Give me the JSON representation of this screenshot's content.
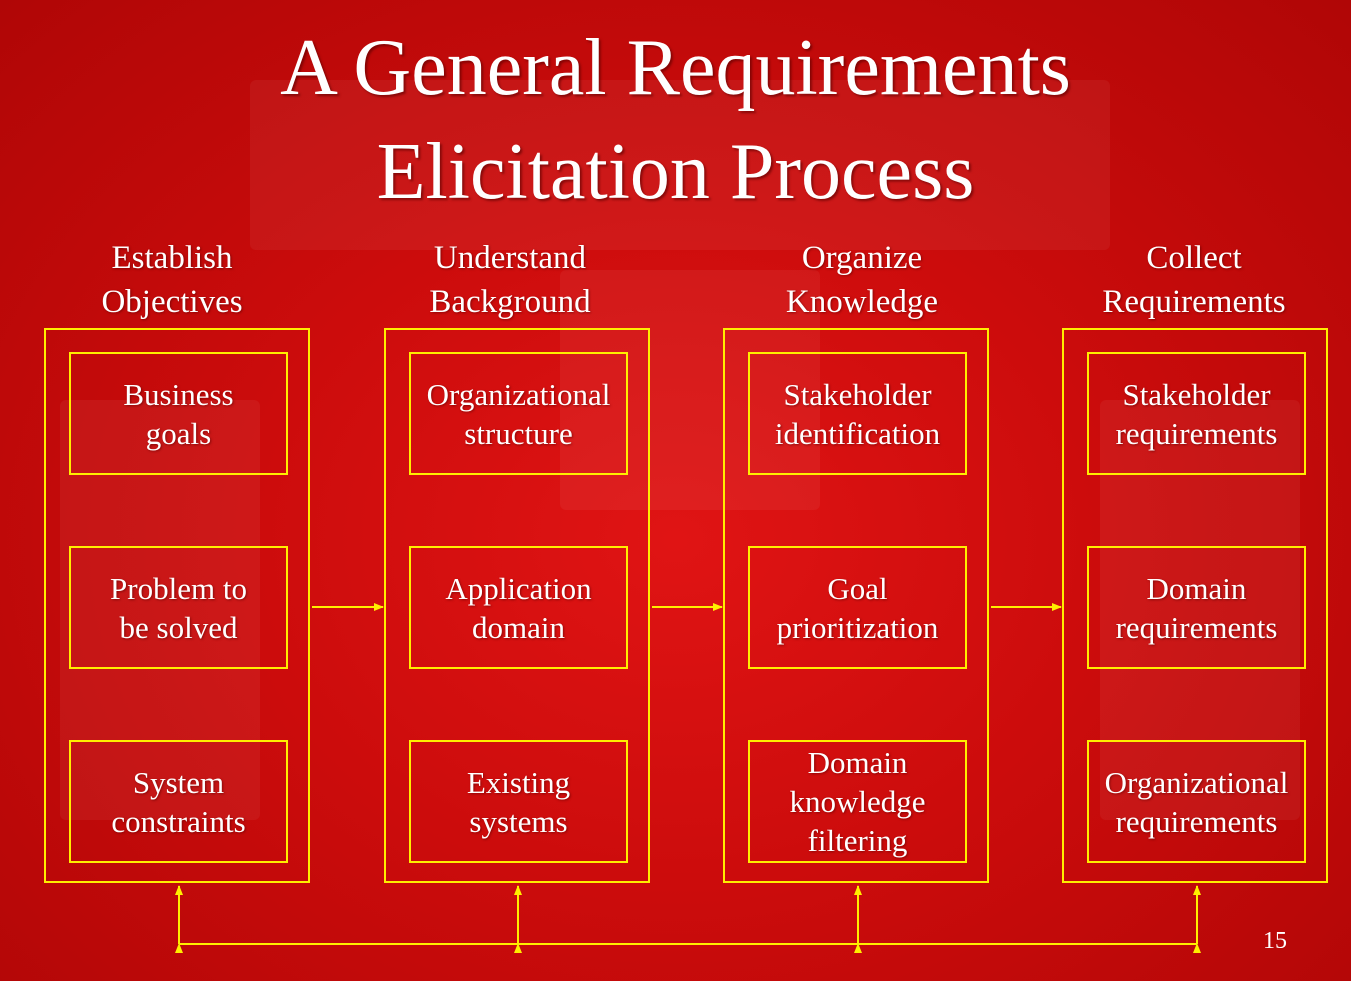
{
  "slide": {
    "title_line1": "A General Requirements",
    "title_line2": "Elicitation Process",
    "page_number": "15"
  },
  "columns": [
    {
      "heading_line1": "Establish",
      "heading_line2": "Objectives",
      "items": [
        {
          "line1": "Business",
          "line2": "goals"
        },
        {
          "line1": "Problem to",
          "line2": "be solved"
        },
        {
          "line1": "System",
          "line2": "constraints"
        }
      ]
    },
    {
      "heading_line1": "Understand",
      "heading_line2": "Background",
      "items": [
        {
          "line1": "Organizational",
          "line2": "structure"
        },
        {
          "line1": "Application",
          "line2": "domain"
        },
        {
          "line1": "Existing",
          "line2": "systems"
        }
      ]
    },
    {
      "heading_line1": "Organize",
      "heading_line2": "Knowledge",
      "items": [
        {
          "line1": "Stakeholder",
          "line2": "identification"
        },
        {
          "line1": "Goal",
          "line2": "prioritization"
        },
        {
          "line1": "Domain",
          "line2": "knowledge",
          "line3": "filtering"
        }
      ]
    },
    {
      "heading_line1": "Collect",
      "heading_line2": "Requirements",
      "items": [
        {
          "line1": "Stakeholder",
          "line2": "requirements"
        },
        {
          "line1": "Domain",
          "line2": "requirements"
        },
        {
          "line1": "Organizational",
          "line2": "requirements"
        }
      ]
    }
  ],
  "colors": {
    "background": "#c80a0a",
    "box_border": "#ffee00",
    "text": "#ffffff"
  }
}
